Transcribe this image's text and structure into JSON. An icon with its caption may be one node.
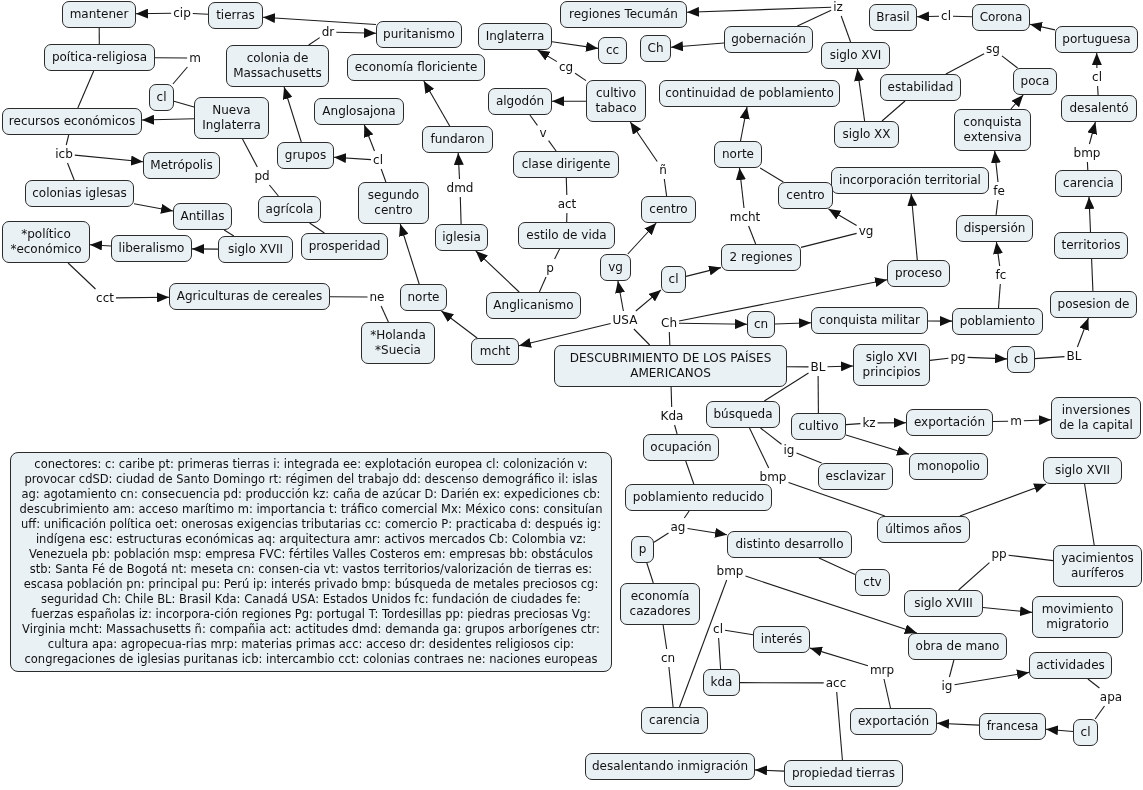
{
  "diagram": {
    "nodes": [
      {
        "text": [
          "mantener"
        ]
      },
      {
        "text": [
          "regiones Tecumán"
        ]
      },
      {
        "text": [
          "iz"
        ]
      },
      {
        "text": [
          "Brasil"
        ]
      },
      {
        "text": [
          "cl"
        ]
      },
      {
        "text": [
          "Corona"
        ]
      },
      {
        "text": [
          "cip"
        ]
      },
      {
        "text": [
          "tierras"
        ]
      },
      {
        "text": [
          "puritanismo"
        ]
      },
      {
        "text": [
          "dr"
        ]
      },
      {
        "text": [
          "Inglaterra"
        ]
      },
      {
        "text": [
          "gobernación"
        ]
      },
      {
        "text": [
          "portuguesa"
        ]
      },
      {
        "text": [
          "cc"
        ]
      },
      {
        "text": [
          "Ch"
        ]
      },
      {
        "text": [
          "siglo XVI"
        ]
      },
      {
        "text": [
          "colonia de Massachusetts"
        ]
      },
      {
        "text": [
          "poítica-religiosa"
        ]
      },
      {
        "text": [
          "sg"
        ]
      },
      {
        "text": [
          "economía floriciente"
        ]
      },
      {
        "text": [
          "m"
        ]
      },
      {
        "text": [
          "cg"
        ]
      },
      {
        "text": [
          "poca"
        ]
      },
      {
        "text": [
          "estabilidad"
        ]
      },
      {
        "text": [
          "cl"
        ]
      },
      {
        "text": [
          "cultivo tabaco"
        ]
      },
      {
        "text": [
          "continuidad de poblamiento"
        ]
      },
      {
        "text": [
          "cl"
        ]
      },
      {
        "text": [
          "algodón"
        ]
      },
      {
        "text": [
          "desalentó"
        ]
      },
      {
        "text": [
          "Nueva Inglaterra"
        ]
      },
      {
        "text": [
          "Anglosajona"
        ]
      },
      {
        "text": [
          "recursos económicos"
        ]
      },
      {
        "text": [
          "conquista extensiva"
        ]
      },
      {
        "text": [
          "siglo XX"
        ]
      },
      {
        "text": [
          "fundaron"
        ]
      },
      {
        "text": [
          "v"
        ]
      },
      {
        "text": [
          "norte"
        ]
      },
      {
        "text": [
          "grupos"
        ]
      },
      {
        "text": [
          "clase dirigente"
        ]
      },
      {
        "text": [
          "Metrópolis"
        ]
      },
      {
        "text": [
          "icb"
        ]
      },
      {
        "text": [
          "bmp"
        ]
      },
      {
        "text": [
          "cl"
        ]
      },
      {
        "text": [
          "incorporación territorial"
        ]
      },
      {
        "text": [
          "ñ"
        ]
      },
      {
        "text": [
          "carencia"
        ]
      },
      {
        "text": [
          "pd"
        ]
      },
      {
        "text": [
          "colonias iglesas"
        ]
      },
      {
        "text": [
          "segundo centro"
        ]
      },
      {
        "text": [
          "centro"
        ]
      },
      {
        "text": [
          "dmd"
        ]
      },
      {
        "text": [
          "fe"
        ]
      },
      {
        "text": [
          "agrícola"
        ]
      },
      {
        "text": [
          "centro"
        ]
      },
      {
        "text": [
          "Antillas"
        ]
      },
      {
        "text": [
          "act"
        ]
      },
      {
        "text": [
          "mcht"
        ]
      },
      {
        "text": [
          "dispersión"
        ]
      },
      {
        "text": [
          "*político *económico"
        ]
      },
      {
        "text": [
          "estilo de vida"
        ]
      },
      {
        "text": [
          "iglesia"
        ]
      },
      {
        "text": [
          "vg"
        ]
      },
      {
        "text": [
          "territorios"
        ]
      },
      {
        "text": [
          "prosperidad"
        ]
      },
      {
        "text": [
          "liberalismo"
        ]
      },
      {
        "text": [
          "siglo XVII"
        ]
      },
      {
        "text": [
          "2 regiones"
        ]
      },
      {
        "text": [
          "vg"
        ]
      },
      {
        "text": [
          "proceso"
        ]
      },
      {
        "text": [
          "cl"
        ]
      },
      {
        "text": [
          "p"
        ]
      },
      {
        "text": [
          "fc"
        ]
      },
      {
        "text": [
          "Agriculturas de cereales"
        ]
      },
      {
        "text": [
          "norte"
        ]
      },
      {
        "text": [
          "posesion de"
        ]
      },
      {
        "text": [
          "Anglicanismo"
        ]
      },
      {
        "text": [
          "cct"
        ]
      },
      {
        "text": [
          "ne"
        ]
      },
      {
        "text": [
          "conquista militar"
        ]
      },
      {
        "text": [
          "poblamiento"
        ]
      },
      {
        "text": [
          "cn"
        ]
      },
      {
        "text": [
          "USA"
        ]
      },
      {
        "text": [
          "Ch"
        ]
      },
      {
        "text": [
          "*Holanda *Suecia"
        ]
      },
      {
        "text": [
          "mcht"
        ]
      },
      {
        "text": [
          "DESCUBRIMIENTO DE LOS PAÍSES AMERICANOS"
        ]
      },
      {
        "text": [
          "siglo XVI principios"
        ]
      },
      {
        "text": [
          "cb"
        ]
      },
      {
        "text": [
          "BL"
        ]
      },
      {
        "text": [
          "pg"
        ]
      },
      {
        "text": [
          "BL"
        ]
      },
      {
        "text": [
          "inversiones de la capital"
        ]
      },
      {
        "text": [
          "búsqueda"
        ]
      },
      {
        "text": [
          "exportación"
        ]
      },
      {
        "text": [
          "cultivo"
        ]
      },
      {
        "text": [
          "Kda"
        ]
      },
      {
        "text": [
          "m"
        ]
      },
      {
        "text": [
          "kz"
        ]
      },
      {
        "text": [
          "ocupación"
        ]
      },
      {
        "text": [
          "ig"
        ]
      },
      {
        "text": [
          "conectores: c: caribe pt: primeras tierras i: integrada ee: explotación europea cl: colonización v: provocar cdSD: ciudad de Santo Domingo rt: régimen del trabajo dd: descenso demográfico il: islas ag: agotamiento cn: consecuencia pd: producción kz: caña de azúcar D: Darién ex: expediciones cb: descubrimiento am: acceso marítimo m: importancia t: tráfico comercial Mx: México cons: consituían uff: unificación política oet: onerosas exigencias tributarias cc: comercio P: practicaba d: después ig: indígena esc: estructuras económicas aq: arquitectura amr: activos mercados Cb: Colombia vz: Venezuela pb: población msp: empresa FVC: fértiles Valles Costeros em: empresas bb: obstáculos stb: Santa Fé de Bogotá nt: meseta cn: consen-cia vt: vastos territorios/valorización de tierras es: escasa población pn: principal pu: Perú ip: interés privado bmp: búsqueda de metales preciosos cg: seguridad Ch: Chile BL: Brasil Kda: Canadá USA: Estados Unidos fc: fundación de ciudades fe: fuerzas españolas iz: incorpora-ción regiones Pg: portugal T: Tordesillas pp: piedras preciosas Vg: Virginia mcht: Massachusetts ñ: compañia act: actitudes dmd: demanda ga: grupos arborígenes ctr: cultura apa: agropecua-rias mrp: materias primas acc: acceso dr: desidentes religiosos cip: congregaciones de iglesias puritanas icb: intercambio cct: colonias contraes ne: naciones europeas"
        ]
      },
      {
        "text": [
          "monopolio"
        ]
      },
      {
        "text": [
          "siglo XVII"
        ]
      },
      {
        "text": [
          "esclavizar"
        ]
      },
      {
        "text": [
          "bmp"
        ]
      },
      {
        "text": [
          "poblamiento reducido"
        ]
      },
      {
        "text": [
          "últimos años"
        ]
      },
      {
        "text": [
          "ag"
        ]
      },
      {
        "text": [
          "distinto desarrollo"
        ]
      },
      {
        "text": [
          "p"
        ]
      },
      {
        "text": [
          "yacimientos auríferos"
        ]
      },
      {
        "text": [
          "pp"
        ]
      },
      {
        "text": [
          "ctv"
        ]
      },
      {
        "text": [
          "bmp"
        ]
      },
      {
        "text": [
          "economía cazadores"
        ]
      },
      {
        "text": [
          "siglo XVIII"
        ]
      },
      {
        "text": [
          "movimiento migratorio"
        ]
      },
      {
        "text": [
          "interés"
        ]
      },
      {
        "text": [
          "cl"
        ]
      },
      {
        "text": [
          "obra de mano"
        ]
      },
      {
        "text": [
          "actividades"
        ]
      },
      {
        "text": [
          "cn"
        ]
      },
      {
        "text": [
          "mrp"
        ]
      },
      {
        "text": [
          "kda"
        ]
      },
      {
        "text": [
          "acc"
        ]
      },
      {
        "text": [
          "ig"
        ]
      },
      {
        "text": [
          "apa"
        ]
      },
      {
        "text": [
          "carencia"
        ]
      },
      {
        "text": [
          "exportación"
        ]
      },
      {
        "text": [
          "francesa"
        ]
      },
      {
        "text": [
          "cl"
        ]
      },
      {
        "text": [
          "desalentando inmigración"
        ]
      },
      {
        "text": [
          "propiedad tierras"
        ]
      }
    ],
    "edges": [
      {
        "from": 7,
        "to": 6,
        "arrow": "none"
      },
      {
        "from": 6,
        "to": 0,
        "arrow": "to"
      },
      {
        "from": 0,
        "to": 17,
        "arrow": "none"
      },
      {
        "from": 17,
        "to": 20,
        "arrow": "none"
      },
      {
        "from": 20,
        "to": 27,
        "arrow": "none"
      },
      {
        "from": 27,
        "to": 30,
        "arrow": "none"
      },
      {
        "from": 17,
        "to": 32,
        "arrow": "none"
      },
      {
        "from": 30,
        "to": 32,
        "arrow": "to"
      },
      {
        "from": 32,
        "to": 41,
        "arrow": "none"
      },
      {
        "from": 41,
        "to": 40,
        "arrow": "to"
      },
      {
        "from": 41,
        "to": 48,
        "arrow": "none"
      },
      {
        "from": 48,
        "to": 55,
        "arrow": "to"
      },
      {
        "from": 55,
        "to": 66,
        "arrow": "none"
      },
      {
        "from": 66,
        "to": 65,
        "arrow": "to"
      },
      {
        "from": 65,
        "to": 59,
        "arrow": "to"
      },
      {
        "from": 59,
        "to": 77,
        "arrow": "none"
      },
      {
        "from": 77,
        "to": 73,
        "arrow": "to"
      },
      {
        "from": 73,
        "to": 78,
        "arrow": "none"
      },
      {
        "from": 78,
        "to": 84,
        "arrow": "none"
      },
      {
        "from": 30,
        "to": 47,
        "arrow": "none"
      },
      {
        "from": 47,
        "to": 53,
        "arrow": "none"
      },
      {
        "from": 53,
        "to": 64,
        "arrow": "none"
      },
      {
        "from": 38,
        "to": 16,
        "arrow": "to"
      },
      {
        "from": 49,
        "to": 43,
        "arrow": "none"
      },
      {
        "from": 43,
        "to": 38,
        "arrow": "to"
      },
      {
        "from": 43,
        "to": 31,
        "arrow": "to"
      },
      {
        "from": 16,
        "to": 9,
        "arrow": "none"
      },
      {
        "from": 9,
        "to": 8,
        "arrow": "to"
      },
      {
        "from": 8,
        "to": 7,
        "arrow": "to"
      },
      {
        "from": 35,
        "to": 19,
        "arrow": "to"
      },
      {
        "from": 61,
        "to": 51,
        "arrow": "none"
      },
      {
        "from": 51,
        "to": 35,
        "arrow": "to"
      },
      {
        "from": 76,
        "to": 61,
        "arrow": "to"
      },
      {
        "from": 76,
        "to": 71,
        "arrow": "none"
      },
      {
        "from": 71,
        "to": 60,
        "arrow": "none"
      },
      {
        "from": 60,
        "to": 56,
        "arrow": "none"
      },
      {
        "from": 56,
        "to": 39,
        "arrow": "none"
      },
      {
        "from": 39,
        "to": 36,
        "arrow": "none"
      },
      {
        "from": 36,
        "to": 28,
        "arrow": "none"
      },
      {
        "from": 25,
        "to": 28,
        "arrow": "to"
      },
      {
        "from": 25,
        "to": 21,
        "arrow": "none"
      },
      {
        "from": 21,
        "to": 10,
        "arrow": "to"
      },
      {
        "from": 10,
        "to": 13,
        "arrow": "to"
      },
      {
        "from": 11,
        "to": 14,
        "arrow": "to"
      },
      {
        "from": 54,
        "to": 45,
        "arrow": "none"
      },
      {
        "from": 45,
        "to": 25,
        "arrow": "to"
      },
      {
        "from": 68,
        "to": 54,
        "arrow": "to"
      },
      {
        "from": 86,
        "to": 82,
        "arrow": "none"
      },
      {
        "from": 82,
        "to": 68,
        "arrow": "to"
      },
      {
        "from": 82,
        "to": 70,
        "arrow": "to"
      },
      {
        "from": 82,
        "to": 85,
        "arrow": "to"
      },
      {
        "from": 85,
        "to": 74,
        "arrow": "to"
      },
      {
        "from": 74,
        "to": 49,
        "arrow": "to"
      },
      {
        "from": 70,
        "to": 67,
        "arrow": "to"
      },
      {
        "from": 67,
        "to": 57,
        "arrow": "none"
      },
      {
        "from": 57,
        "to": 37,
        "arrow": "to"
      },
      {
        "from": 37,
        "to": 26,
        "arrow": "to"
      },
      {
        "from": 37,
        "to": 50,
        "arrow": "none"
      },
      {
        "from": 67,
        "to": 62,
        "arrow": "none"
      },
      {
        "from": 62,
        "to": 50,
        "arrow": "to"
      },
      {
        "from": 86,
        "to": 83,
        "arrow": "none"
      },
      {
        "from": 83,
        "to": 81,
        "arrow": "to"
      },
      {
        "from": 83,
        "to": 69,
        "arrow": "to"
      },
      {
        "from": 81,
        "to": 79,
        "arrow": "to"
      },
      {
        "from": 79,
        "to": 80,
        "arrow": "to"
      },
      {
        "from": 69,
        "to": 44,
        "arrow": "to"
      },
      {
        "from": 80,
        "to": 72,
        "arrow": "none"
      },
      {
        "from": 72,
        "to": 58,
        "arrow": "to"
      },
      {
        "from": 58,
        "to": 52,
        "arrow": "none"
      },
      {
        "from": 52,
        "to": 33,
        "arrow": "to"
      },
      {
        "from": 33,
        "to": 22,
        "arrow": "to"
      },
      {
        "from": 23,
        "to": 18,
        "arrow": "none"
      },
      {
        "from": 18,
        "to": 22,
        "arrow": "none"
      },
      {
        "from": 34,
        "to": 15,
        "arrow": "to"
      },
      {
        "from": 34,
        "to": 23,
        "arrow": "none"
      },
      {
        "from": 11,
        "to": 2,
        "arrow": "none"
      },
      {
        "from": 15,
        "to": 2,
        "arrow": "none"
      },
      {
        "from": 2,
        "to": 1,
        "arrow": "to"
      },
      {
        "from": 5,
        "to": 4,
        "arrow": "none"
      },
      {
        "from": 4,
        "to": 3,
        "arrow": "to"
      },
      {
        "from": 12,
        "to": 5,
        "arrow": "to"
      },
      {
        "from": 29,
        "to": 24,
        "arrow": "none"
      },
      {
        "from": 24,
        "to": 12,
        "arrow": "to"
      },
      {
        "from": 46,
        "to": 42,
        "arrow": "none"
      },
      {
        "from": 42,
        "to": 29,
        "arrow": "to"
      },
      {
        "from": 63,
        "to": 46,
        "arrow": "to"
      },
      {
        "from": 75,
        "to": 63,
        "arrow": "none"
      },
      {
        "from": 88,
        "to": 89,
        "arrow": "none"
      },
      {
        "from": 89,
        "to": 75,
        "arrow": "to"
      },
      {
        "from": 87,
        "to": 90,
        "arrow": "none"
      },
      {
        "from": 90,
        "to": 88,
        "arrow": "to"
      },
      {
        "from": 86,
        "to": 91,
        "arrow": "none"
      },
      {
        "from": 91,
        "to": 87,
        "arrow": "to"
      },
      {
        "from": 91,
        "to": 95,
        "arrow": "none"
      },
      {
        "from": 91,
        "to": 93,
        "arrow": "none"
      },
      {
        "from": 86,
        "to": 96,
        "arrow": "none"
      },
      {
        "from": 96,
        "to": 99,
        "arrow": "none"
      },
      {
        "from": 95,
        "to": 98,
        "arrow": "none"
      },
      {
        "from": 98,
        "to": 94,
        "arrow": "to"
      },
      {
        "from": 95,
        "to": 102,
        "arrow": "to"
      },
      {
        "from": 94,
        "to": 97,
        "arrow": "none"
      },
      {
        "from": 97,
        "to": 92,
        "arrow": "to"
      },
      {
        "from": 93,
        "to": 100,
        "arrow": "none"
      },
      {
        "from": 100,
        "to": 104,
        "arrow": "none"
      },
      {
        "from": 93,
        "to": 105,
        "arrow": "none"
      },
      {
        "from": 105,
        "to": 107,
        "arrow": "none"
      },
      {
        "from": 107,
        "to": 103,
        "arrow": "to"
      },
      {
        "from": 103,
        "to": 111,
        "arrow": "none"
      },
      {
        "from": 116,
        "to": 112,
        "arrow": "none"
      },
      {
        "from": 112,
        "to": 111,
        "arrow": "none"
      },
      {
        "from": 116,
        "to": 117,
        "arrow": "to"
      },
      {
        "from": 99,
        "to": 106,
        "arrow": "none"
      },
      {
        "from": 106,
        "to": 108,
        "arrow": "none"
      },
      {
        "from": 108,
        "to": 109,
        "arrow": "to"
      },
      {
        "from": 108,
        "to": 110,
        "arrow": "none"
      },
      {
        "from": 109,
        "to": 113,
        "arrow": "none"
      },
      {
        "from": 110,
        "to": 115,
        "arrow": "none"
      },
      {
        "from": 115,
        "to": 122,
        "arrow": "none"
      },
      {
        "from": 122,
        "to": 128,
        "arrow": "none"
      },
      {
        "from": 128,
        "to": 114,
        "arrow": "none"
      },
      {
        "from": 114,
        "to": 120,
        "arrow": "to"
      },
      {
        "from": 118,
        "to": 119,
        "arrow": "none"
      },
      {
        "from": 119,
        "to": 124,
        "arrow": "none"
      },
      {
        "from": 124,
        "to": 125,
        "arrow": "none"
      },
      {
        "from": 125,
        "to": 133,
        "arrow": "none"
      },
      {
        "from": 129,
        "to": 123,
        "arrow": "none"
      },
      {
        "from": 123,
        "to": 118,
        "arrow": "to"
      },
      {
        "from": 120,
        "to": 126,
        "arrow": "none"
      },
      {
        "from": 126,
        "to": 121,
        "arrow": "to"
      },
      {
        "from": 131,
        "to": 127,
        "arrow": "none"
      },
      {
        "from": 127,
        "to": 121,
        "arrow": "none"
      },
      {
        "from": 131,
        "to": 130,
        "arrow": "to"
      },
      {
        "from": 130,
        "to": 129,
        "arrow": "to"
      },
      {
        "from": 133,
        "to": 132,
        "arrow": "to"
      }
    ]
  }
}
